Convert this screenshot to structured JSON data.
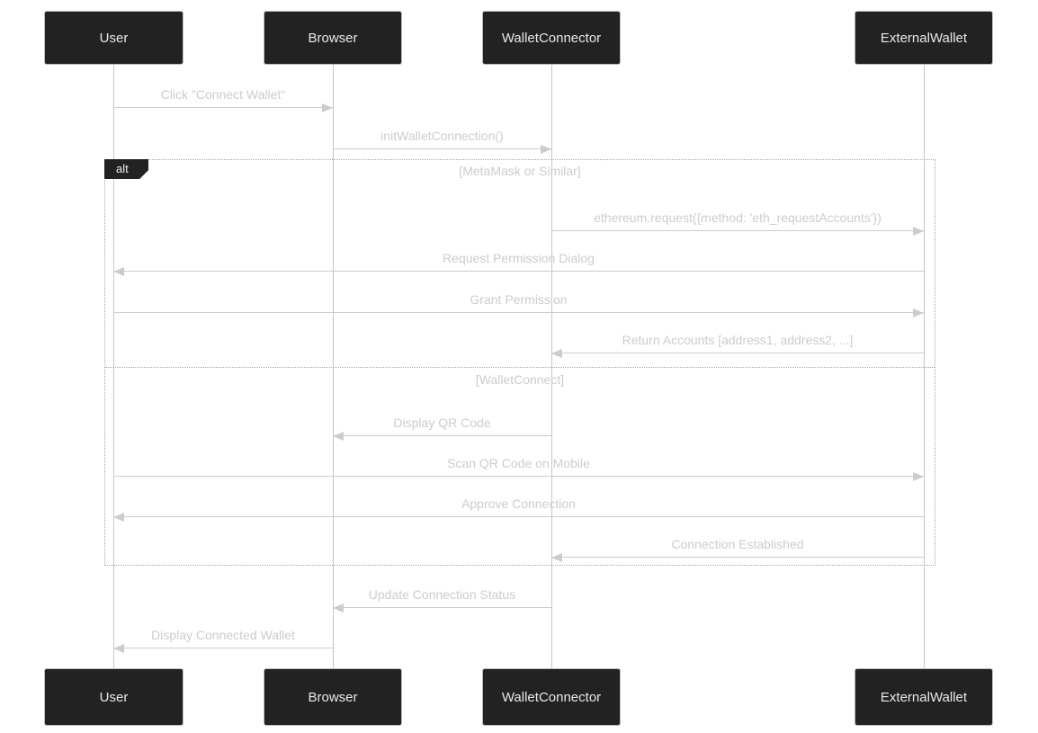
{
  "diagram": {
    "type": "sequence",
    "actors": [
      {
        "name": "User"
      },
      {
        "name": "Browser"
      },
      {
        "name": "WalletConnector"
      },
      {
        "name": "ExternalWallet"
      }
    ],
    "messages": [
      {
        "from": "User",
        "to": "Browser",
        "label": "Click \"Connect Wallet\""
      },
      {
        "from": "Browser",
        "to": "WalletConnector",
        "label": "initWalletConnection()"
      },
      {
        "from": "WalletConnector",
        "to": "ExternalWallet",
        "label": "ethereum.request({method: 'eth_requestAccounts'})"
      },
      {
        "from": "ExternalWallet",
        "to": "User",
        "label": "Request Permission Dialog"
      },
      {
        "from": "User",
        "to": "ExternalWallet",
        "label": "Grant Permission"
      },
      {
        "from": "ExternalWallet",
        "to": "WalletConnector",
        "label": "Return Accounts [address1, address2, ...]"
      },
      {
        "from": "WalletConnector",
        "to": "Browser",
        "label": "Display QR Code"
      },
      {
        "from": "User",
        "to": "ExternalWallet",
        "label": "Scan QR Code on Mobile"
      },
      {
        "from": "ExternalWallet",
        "to": "User",
        "label": "Approve Connection"
      },
      {
        "from": "ExternalWallet",
        "to": "WalletConnector",
        "label": "Connection Established"
      },
      {
        "from": "WalletConnector",
        "to": "Browser",
        "label": "Update Connection Status"
      },
      {
        "from": "Browser",
        "to": "User",
        "label": "Display Connected Wallet"
      }
    ],
    "alt_frame": {
      "operator": "alt",
      "branches": [
        {
          "condition": "[MetaMask or Similar]"
        },
        {
          "condition": "[WalletConnect]"
        }
      ]
    },
    "colors": {
      "actor_fill": "#222222",
      "actor_text": "#e8e8e8",
      "actor_border": "#bbbbbb",
      "message": "#cccccc",
      "lifeline": "#c6c6c6",
      "frame_border": "#a6a6a6",
      "label_fill": "#222222",
      "label_text": "#eeeeee",
      "background": "#ffffff"
    }
  }
}
